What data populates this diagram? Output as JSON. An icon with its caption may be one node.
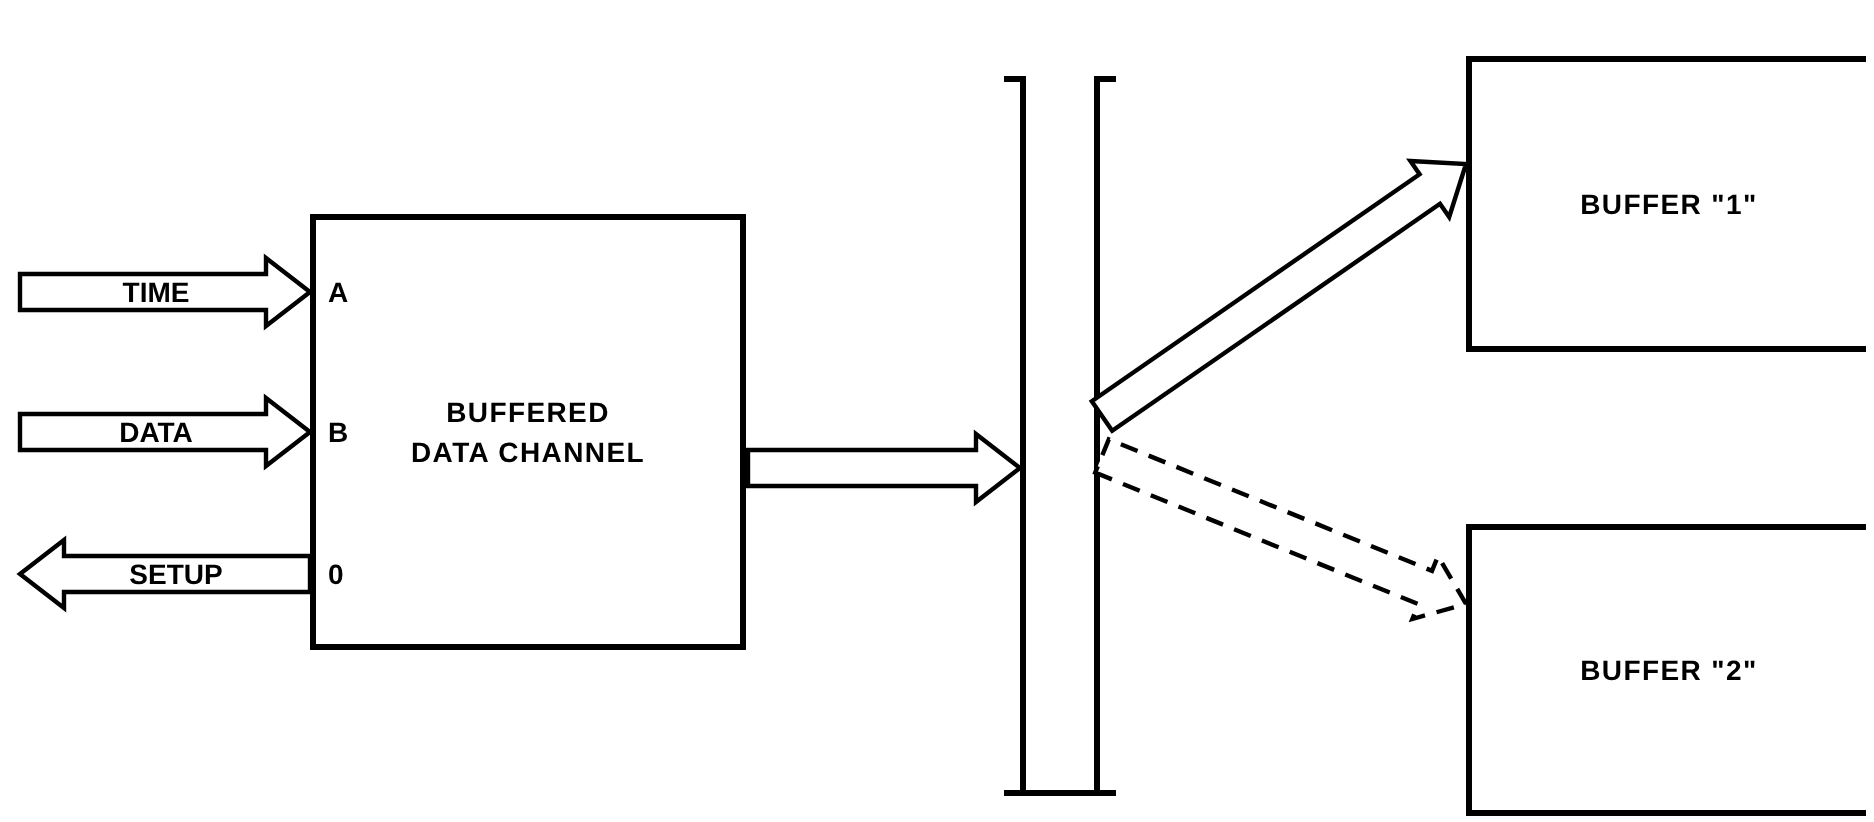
{
  "diagram": {
    "nodes": [
      {
        "text": [
          "BUFFERED DATA CHANNEL",
          "A",
          "B",
          "0"
        ]
      },
      {
        "text": [],
        "shape": "bar"
      },
      {
        "text": [
          "BUFFER \"1\""
        ]
      },
      {
        "text": [
          "BUFFER \"2\""
        ]
      }
    ],
    "edges": [
      {
        "from": null,
        "to": 0,
        "arrow": "to",
        "label": "TIME"
      },
      {
        "from": null,
        "to": 0,
        "arrow": "to",
        "label": "DATA"
      },
      {
        "from": 0,
        "to": null,
        "arrow": "to",
        "label": "SETUP"
      },
      {
        "from": 0,
        "to": 1,
        "arrow": "to"
      },
      {
        "from": 1,
        "to": 2,
        "arrow": "to"
      },
      {
        "from": 1,
        "to": 3,
        "arrow": "to",
        "style": "dashed"
      }
    ]
  }
}
